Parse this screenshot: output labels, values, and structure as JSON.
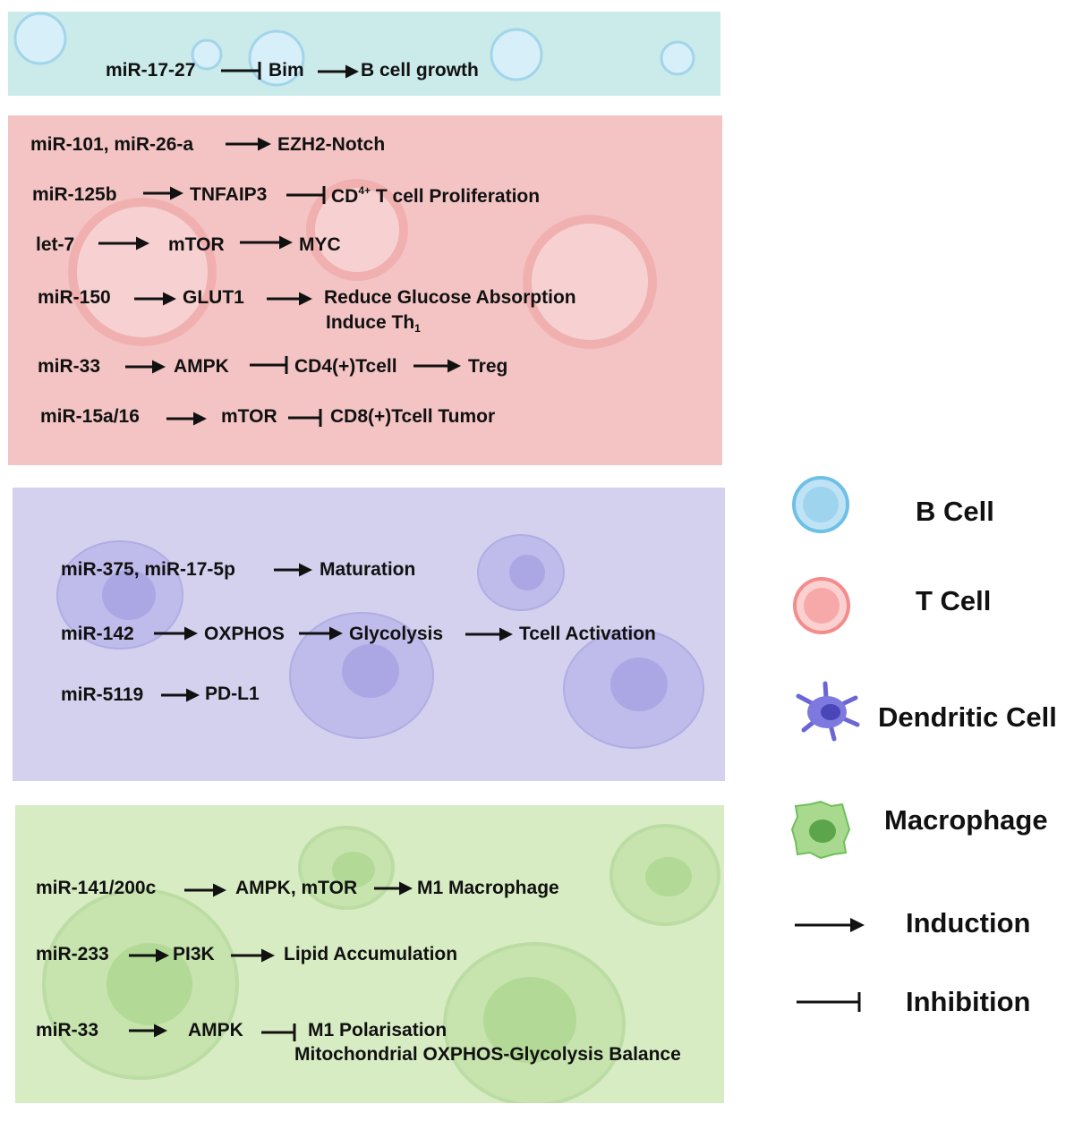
{
  "panels": {
    "b_cell": {
      "rows": [
        {
          "a": "miR-17-27",
          "b": "Bim",
          "c": "B cell growth"
        }
      ]
    },
    "t_cell": {
      "r1": {
        "a": "miR-101, miR-26-a",
        "b": "EZH2-Notch"
      },
      "r2": {
        "a": "miR-125b",
        "b": "TNFAIP3",
        "c_pre": "CD",
        "c_sup": "4+",
        "c_post": " T cell Proliferation"
      },
      "r3": {
        "a": "let-7",
        "b": "mTOR",
        "c": "MYC"
      },
      "r4": {
        "a": "miR-150",
        "b": "GLUT1",
        "c": "Reduce Glucose Absorption",
        "d_pre": "Induce Th",
        "d_sub": "1"
      },
      "r5": {
        "a": "miR-33",
        "b": "AMPK",
        "c": "CD4(+)Tcell",
        "d": "Treg"
      },
      "r6": {
        "a": "miR-15a/16",
        "b": "mTOR",
        "c": "CD8(+)Tcell Tumor"
      }
    },
    "dendritic": {
      "r1": {
        "a": "miR-375, miR-17-5p",
        "b": "Maturation"
      },
      "r2": {
        "a": "miR-142",
        "b": "OXPHOS",
        "c": "Glycolysis",
        "d": "Tcell Activation"
      },
      "r3": {
        "a": "miR-5119",
        "b": "PD-L1"
      }
    },
    "macrophage": {
      "r1": {
        "a": "miR-141/200c",
        "b": "AMPK, mTOR",
        "c": "M1 Macrophage"
      },
      "r2": {
        "a": "miR-233",
        "b": "PI3K",
        "c": "Lipid Accumulation"
      },
      "r3": {
        "a": "miR-33",
        "b": "AMPK",
        "c": "M1 Polarisation",
        "d": "Mitochondrial OXPHOS-Glycolysis Balance"
      }
    }
  },
  "legend": {
    "b_cell": "B Cell",
    "t_cell": "T Cell",
    "dendritic": "Dendritic Cell",
    "macrophage": "Macrophage",
    "induction": "Induction",
    "inhibition": "Inhibition"
  },
  "colors": {
    "b_cell_bg": "#cbeaea",
    "t_cell_bg": "#f4c4c4",
    "dendritic_bg": "#d3d1ee",
    "macrophage_bg": "#d7ecc3",
    "b_cell_icon": "#6fc0e6",
    "t_cell_icon": "#f48c8c",
    "dendritic_icon": "#6a66d6",
    "macrophage_icon": "#6fbf5a"
  },
  "icons": [
    "b-cell-icon",
    "t-cell-icon",
    "dendritic-cell-icon",
    "macrophage-icon",
    "induction-arrow-icon",
    "inhibition-bar-icon"
  ]
}
